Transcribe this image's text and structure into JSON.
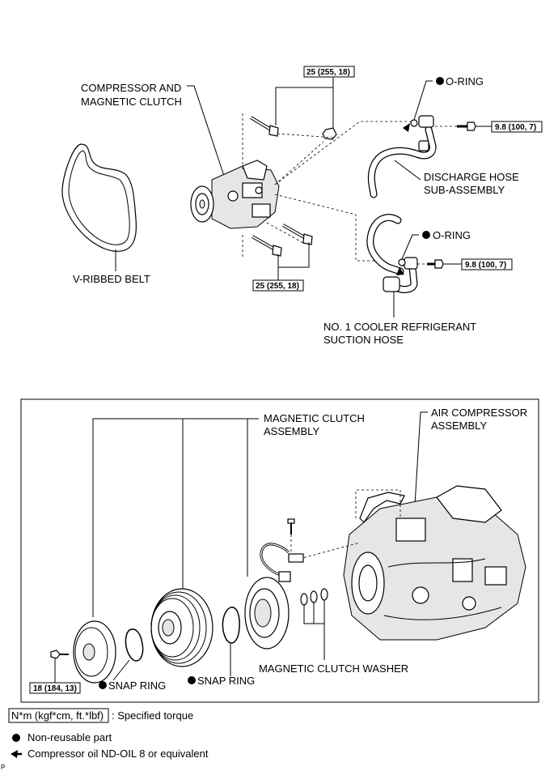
{
  "labels": {
    "compressor": [
      "COMPRESSOR AND",
      "MAGNETIC CLUTCH"
    ],
    "v_belt": "V-RIBBED BELT",
    "oring_top": "O-RING",
    "oring_mid": "O-RING",
    "discharge_hose": [
      "DISCHARGE HOSE",
      "SUB-ASSEMBLY"
    ],
    "suction_hose": [
      "NO. 1 COOLER REFRIGERANT",
      "SUCTION HOSE"
    ],
    "magnetic_clutch": [
      "MAGNETIC CLUTCH",
      "ASSEMBLY"
    ],
    "air_compressor": [
      "AIR COMPRESSOR",
      "ASSEMBLY"
    ],
    "snap_ring_1": "SNAP RING",
    "snap_ring_2": "SNAP RING",
    "washer": "MAGNETIC CLUTCH WASHER",
    "page_marker": "P"
  },
  "torques": {
    "top_bolts": "25 (255, 18)",
    "discharge_bolt": "9.8 (100, 7)",
    "suction_bolt": "9.8 (100, 7)",
    "lower_bolts": "25 (255, 18)",
    "clutch_bolt": "18 (184, 13)"
  },
  "legend": {
    "torque_unit": "N*m (kgf*cm, ft.*lbf)",
    "torque_desc": ": Specified torque",
    "nonreusable": "Non-reusable part",
    "oil": "Compressor oil ND-OIL 8 or equivalent"
  }
}
